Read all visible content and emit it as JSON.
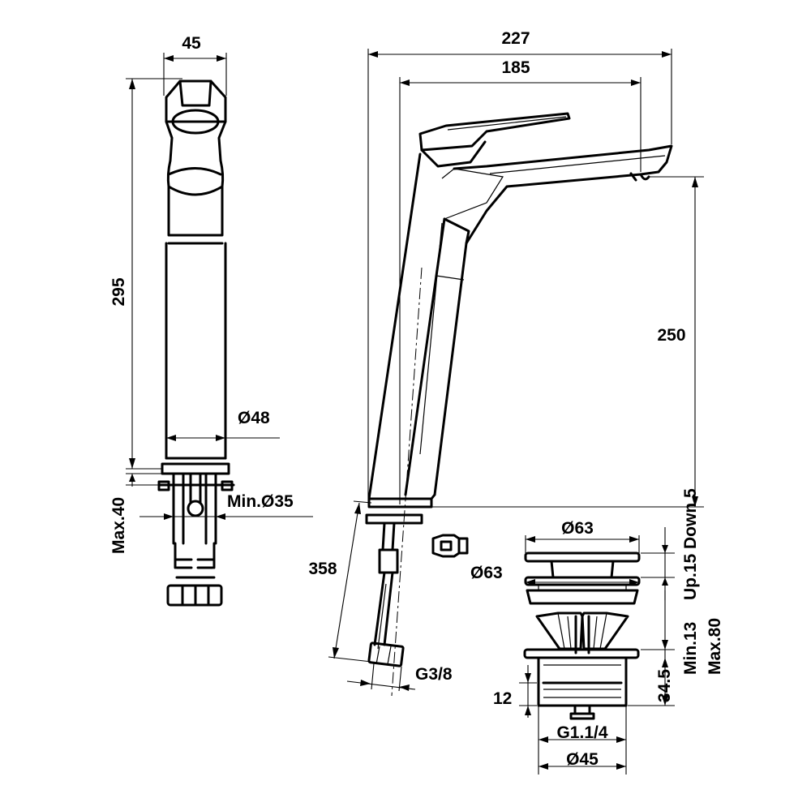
{
  "dimensions": {
    "side_width": "45",
    "side_height": "295",
    "body_diameter": "Ø48",
    "under_counter_max": "Max.40",
    "hole_min_diameter": "Min.Ø35",
    "overall_reach": "227",
    "spout_reach": "185",
    "spout_height": "250",
    "hose_length": "358",
    "hose_thread": "G3/8",
    "waste_cap_diameter": "Ø63",
    "waste_flange_diameter": "Ø63",
    "waste_stroke": "Up.15 Down.5",
    "waste_length_min": "Min.13",
    "waste_length_max": "Max.80",
    "waste_body_height": "34.5",
    "waste_lower_height": "12",
    "waste_thread": "G1.1/4",
    "waste_body_diameter": "Ø45"
  }
}
